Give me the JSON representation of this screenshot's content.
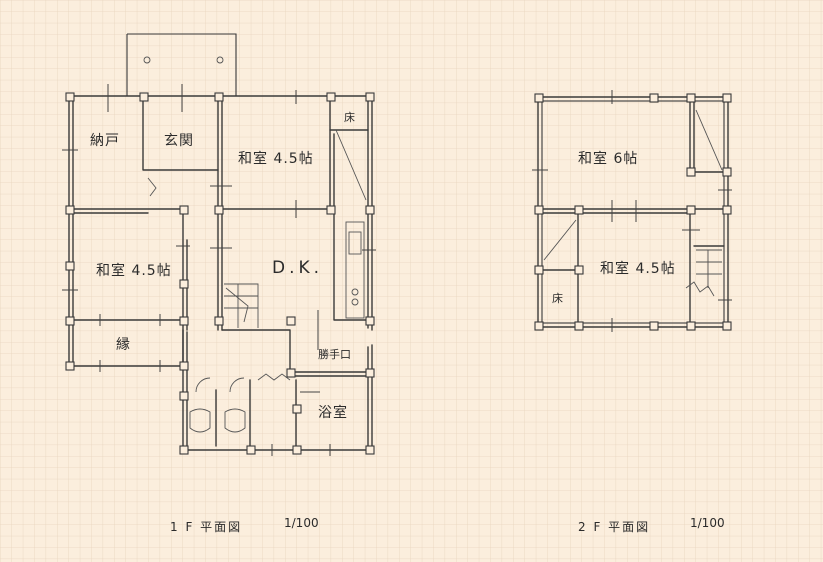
{
  "floor1": {
    "rooms": {
      "storage": "納戸",
      "entrance": "玄関",
      "washitsu_top": "和室 4.5帖",
      "toko": "床",
      "washitsu_left": "和室 4.5帖",
      "dk": "D.K.",
      "engawa": "縁",
      "kitchen_door": "勝手口",
      "bathroom": "浴室"
    },
    "caption": "1 F 平面図",
    "scale": "1/100"
  },
  "floor2": {
    "rooms": {
      "washitsu_6": "和室 6帖",
      "washitsu_45": "和室 4.5帖",
      "toko": "床"
    },
    "caption": "2 F 平面図",
    "scale": "1/100"
  },
  "colors": {
    "paper": "#fbeedd",
    "grid": "#e8d4be",
    "pencil": "#3a3a3a"
  }
}
